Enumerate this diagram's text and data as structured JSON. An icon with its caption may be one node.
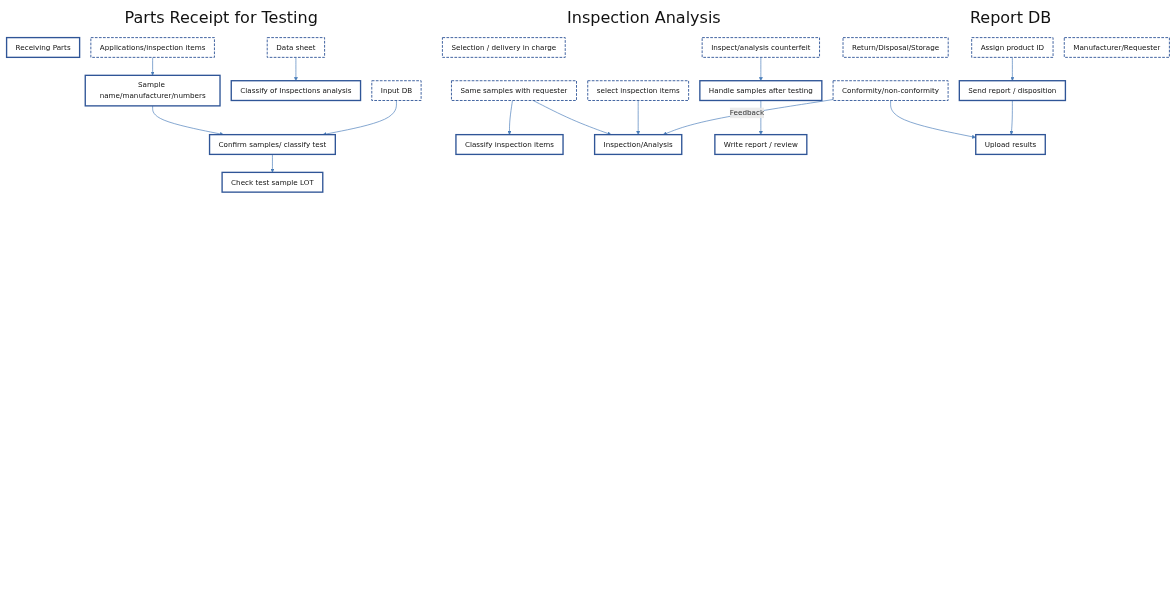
{
  "diagram": {
    "nodes": [
      {
        "text": [
          "Receiving Parts"
        ]
      },
      {
        "text": [
          "Applications/inspection items"
        ]
      },
      {
        "text": [
          "Sample name/manufacturer/numbers"
        ]
      },
      {
        "text": [
          "Data sheet"
        ]
      },
      {
        "text": [
          "Classify of Inspections analysis"
        ]
      },
      {
        "text": [
          "Input DB"
        ]
      },
      {
        "text": [
          "Confirm samples/ classify test"
        ]
      },
      {
        "text": [
          "Selection / delivery in charge"
        ]
      },
      {
        "text": [
          "Check test sample LOT"
        ]
      },
      {
        "text": [
          "Same samples with requester"
        ]
      },
      {
        "text": [
          "Classify inspection items"
        ]
      },
      {
        "text": [
          "select inspection items"
        ]
      },
      {
        "text": [
          "Inspection/Analysis"
        ]
      },
      {
        "text": [
          "Inspect/analysis counterfeit"
        ]
      },
      {
        "text": [
          "Handle samples after testing"
        ]
      },
      {
        "text": [
          "Return/Disposal/Storage"
        ]
      },
      {
        "text": [
          "Write report / review"
        ]
      },
      {
        "text": [
          "Conformity/non-conformity"
        ]
      },
      {
        "text": [
          "Upload results"
        ]
      },
      {
        "text": [
          "Assign product ID"
        ]
      },
      {
        "text": [
          "Send report / disposition"
        ]
      },
      {
        "text": [
          "Manufacturer/Requester"
        ]
      }
    ],
    "edges": [
      {
        "from": 1,
        "to": 2,
        "arrow": "to"
      },
      {
        "from": 2,
        "to": 6,
        "arrow": "to"
      },
      {
        "from": 3,
        "to": 4,
        "arrow": "to"
      },
      {
        "from": 5,
        "to": 6,
        "arrow": "to"
      },
      {
        "from": 6,
        "to": 8,
        "arrow": "to"
      },
      {
        "from": 9,
        "to": 10,
        "arrow": "to"
      },
      {
        "from": 9,
        "to": 12,
        "arrow": "to"
      },
      {
        "from": 11,
        "to": 12,
        "arrow": "to"
      },
      {
        "from": 17,
        "to": 12,
        "arrow": "to",
        "label": "Feedback"
      },
      {
        "from": 13,
        "to": 14,
        "arrow": "to"
      },
      {
        "from": 14,
        "to": 16,
        "arrow": "to"
      },
      {
        "from": 17,
        "to": 18,
        "arrow": "to"
      },
      {
        "from": 19,
        "to": 20,
        "arrow": "to"
      },
      {
        "from": 20,
        "to": 18,
        "arrow": "to"
      }
    ],
    "labels": [
      "Parts Receipt for Testing",
      "Inspection Analysis",
      "Report DB"
    ]
  }
}
